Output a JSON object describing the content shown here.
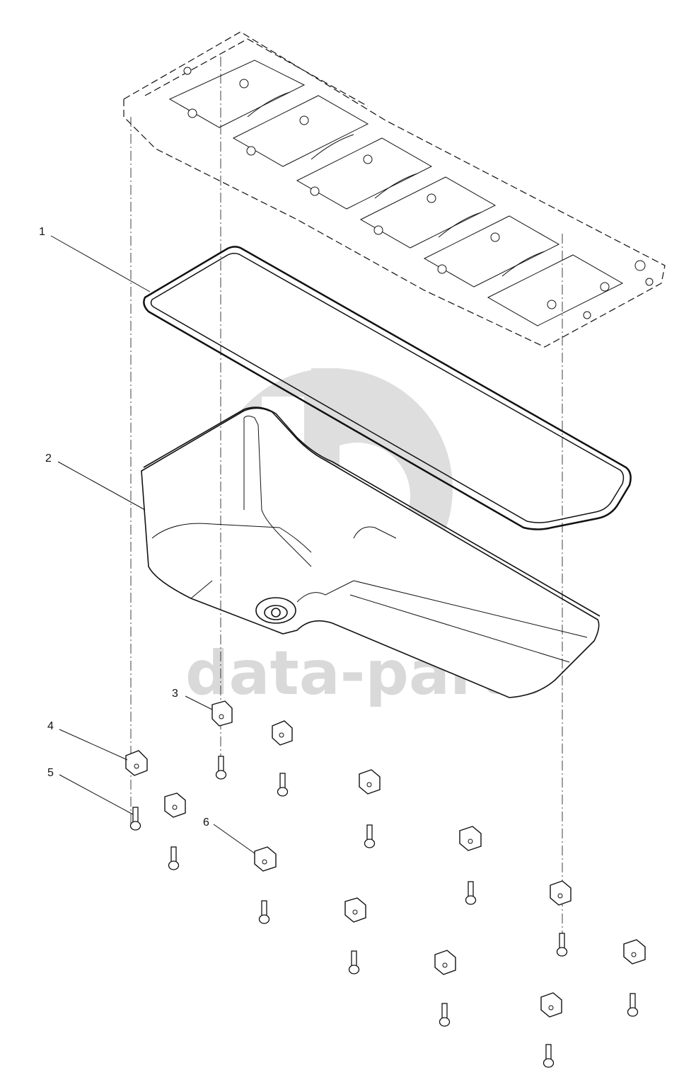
{
  "watermark": {
    "text": "data-parts",
    "color": "#d9d9d9"
  },
  "callouts": [
    {
      "id": 1,
      "label": "1",
      "part": "oil-pan-gasket"
    },
    {
      "id": 2,
      "label": "2",
      "part": "oil-pan"
    },
    {
      "id": 3,
      "label": "3",
      "part": "clamp"
    },
    {
      "id": 4,
      "label": "4",
      "part": "clamp"
    },
    {
      "id": 5,
      "label": "5",
      "part": "bolt"
    },
    {
      "id": 6,
      "label": "6",
      "part": "clamp"
    }
  ],
  "colors": {
    "line": "#111111",
    "background": "#ffffff",
    "watermark": "#d9d9d9"
  }
}
